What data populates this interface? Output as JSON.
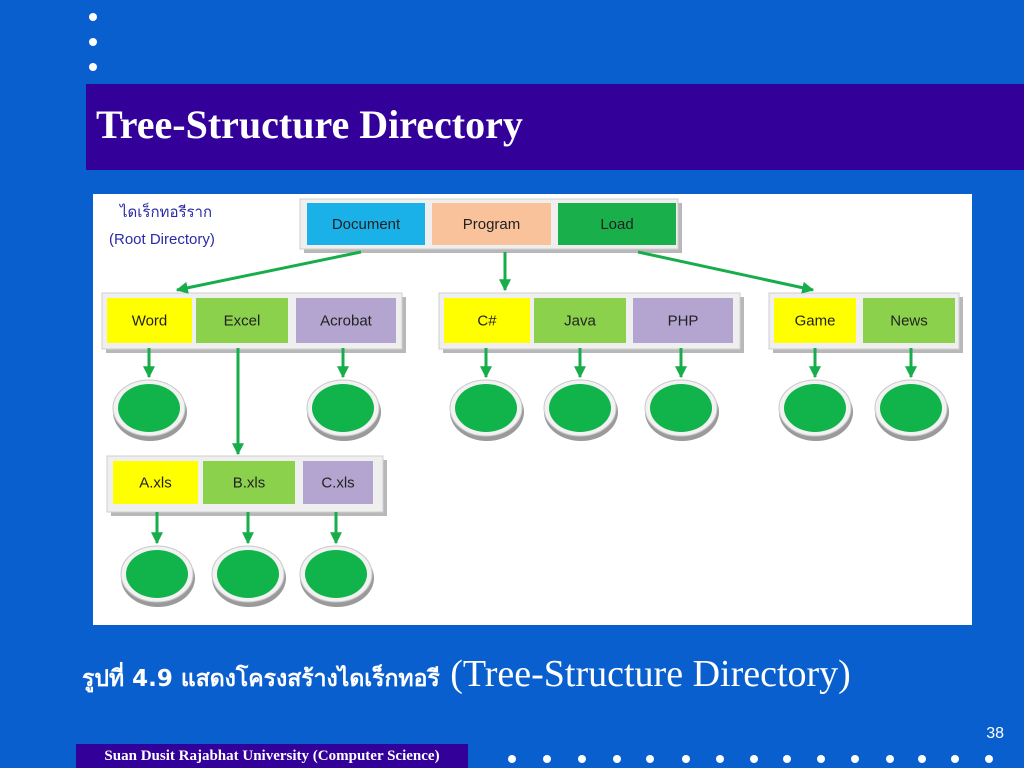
{
  "slide": {
    "title": "Tree-Structure Directory",
    "caption_th": "รูปที่ 4.9 แสดงโครงสร้างไดเร็กทอรี",
    "caption_en": "(Tree-Structure Directory)",
    "page_number": "38",
    "footer": "Suan Dusit Rajabhat University (Computer Science)"
  },
  "diagram": {
    "root_label_th": "ไดเร็กทอรีราก",
    "root_label_en": "(Root Directory)",
    "root_entries": [
      "Document",
      "Program",
      "Load"
    ],
    "subdirectories": [
      [
        "Word",
        "Excel",
        "Acrobat"
      ],
      [
        "C#",
        "Java",
        "PHP"
      ],
      [
        "Game",
        "News"
      ]
    ],
    "excel_entries": [
      "A.xls",
      "B.xls",
      "C.xls"
    ]
  },
  "colors": {
    "background": "#0a5fce",
    "title_bar": "#330099",
    "cyan": "#1ab0e8",
    "peach": "#f9c29a",
    "green": "#19b04b",
    "yellow": "#ffff00",
    "light_green": "#8cd14c",
    "lavender": "#b3a5d0",
    "file_node": "#11b44a",
    "arrow": "#17ad4a"
  }
}
